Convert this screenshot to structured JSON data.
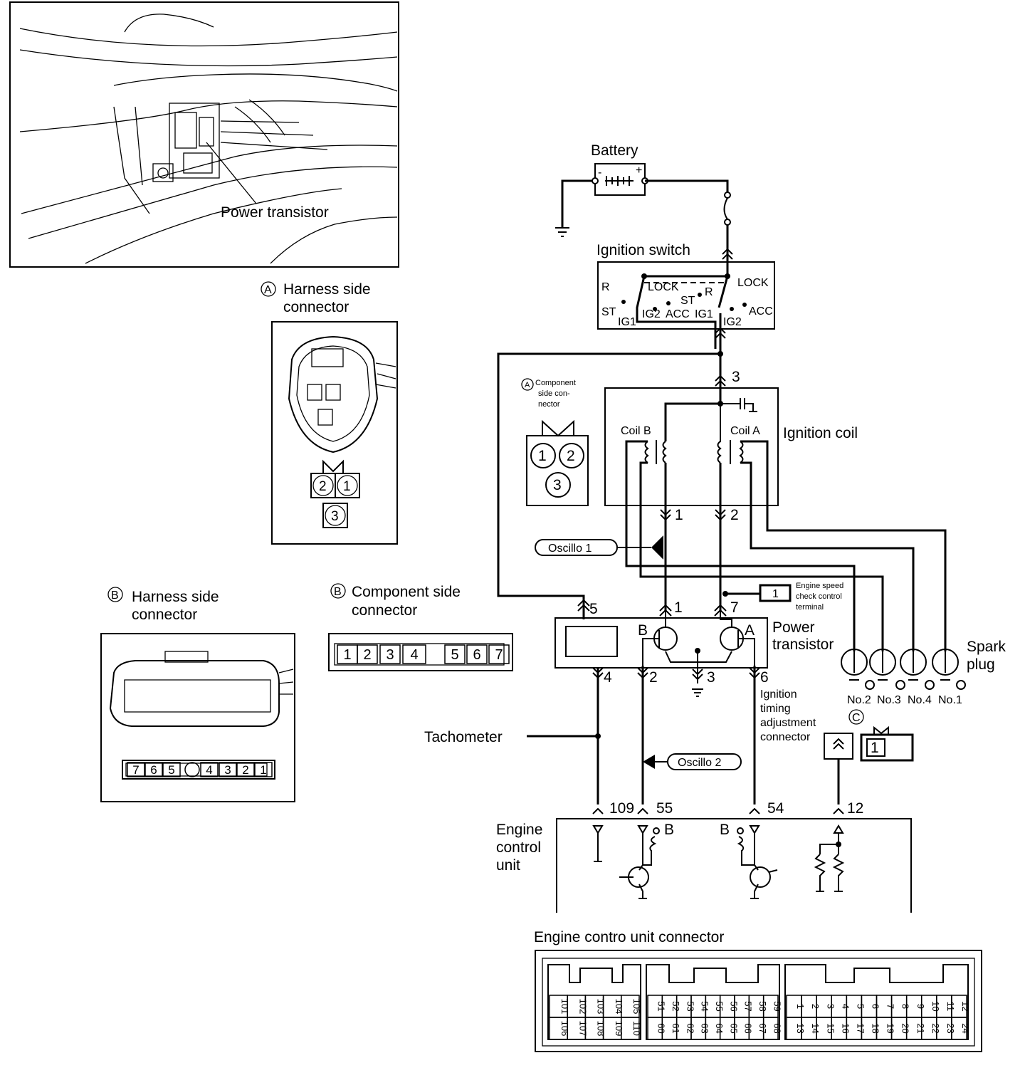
{
  "inset": {
    "label": "Power transistor"
  },
  "harness_a": {
    "title_line1": "Harness side",
    "title_line2": "connector",
    "marker": "A",
    "pins": [
      "2",
      "1",
      "3"
    ]
  },
  "component_a": {
    "title_line1": "Component",
    "title_line2": "side con-",
    "title_line3": "nector",
    "marker": "A",
    "pins": [
      "1",
      "2",
      "3"
    ]
  },
  "harness_b": {
    "title_line1": "Harness side",
    "title_line2": "connector",
    "marker": "B",
    "pins": [
      "7",
      "6",
      "5",
      "4",
      "3",
      "2",
      "1"
    ]
  },
  "component_b": {
    "title_line1": "Component side",
    "title_line2": "connector",
    "marker": "B",
    "pins": [
      "1",
      "2",
      "3",
      "4",
      "5",
      "6",
      "7"
    ]
  },
  "battery": {
    "label": "Battery",
    "minus": "-",
    "plus": "+"
  },
  "ignition_switch": {
    "label": "Ignition switch",
    "left": {
      "r": "R",
      "st": "ST",
      "ig1": "IG1",
      "ig2": "IG2",
      "lock": "LOCK",
      "acc": "ACC"
    },
    "right": {
      "st": "ST",
      "r": "R",
      "ig1": "IG1",
      "ig2": "IG2",
      "lock": "LOCK",
      "acc": "ACC"
    }
  },
  "ignition_coil": {
    "label": "Ignition coil",
    "coil_b": "Coil B",
    "coil_a": "Coil A",
    "pin_top": "3",
    "pin_b": "1",
    "pin_a": "2"
  },
  "oscillo": {
    "one": "Oscillo 1",
    "two": "Oscillo 2"
  },
  "engine_speed": {
    "label_line1": "Engine speed",
    "label_line2": "check control",
    "label_line3": "terminal",
    "pin": "1"
  },
  "power_transistor": {
    "label_line1": "Power",
    "label_line2": "transistor",
    "b": "B",
    "a": "A",
    "pins": {
      "p5": "5",
      "p1": "1",
      "p7": "7",
      "p4": "4",
      "p2": "2",
      "p3": "3",
      "p6": "6"
    }
  },
  "spark_plug": {
    "label_line1": "Spark",
    "label_line2": "plug",
    "plugs": [
      "No.2",
      "No.3",
      "No.4",
      "No.1"
    ]
  },
  "timing_adjust": {
    "line1": "Ignition",
    "line2": "timing",
    "line3": "adjustment",
    "line4": "connector",
    "marker": "C",
    "pin": "1"
  },
  "tachometer": {
    "label": "Tachometer"
  },
  "ecu": {
    "label_line1": "Engine",
    "label_line2": "control",
    "label_line3": "unit",
    "pins": {
      "p109": "109",
      "p55": "55",
      "p54": "54",
      "p12": "12"
    },
    "b_left": "B",
    "b_right": "B"
  },
  "ecu_connector": {
    "label": "Engine contro unit connector",
    "block1_top": [
      "101",
      "102",
      "103",
      "104",
      "105"
    ],
    "block1_bottom": [
      "106",
      "107",
      "108",
      "109",
      "110"
    ],
    "block2_top": [
      "51",
      "52",
      "53",
      "54",
      "55",
      "56",
      "57",
      "58",
      "59"
    ],
    "block2_bottom": [
      "60",
      "61",
      "62",
      "63",
      "64",
      "65",
      "66",
      "67",
      "68"
    ],
    "block3_top": [
      "1",
      "2",
      "3",
      "4",
      "5",
      "6",
      "7",
      "8",
      "9",
      "10",
      "11",
      "12"
    ],
    "block3_bottom": [
      "13",
      "14",
      "15",
      "16",
      "17",
      "18",
      "19",
      "20",
      "21",
      "22",
      "23",
      "24"
    ]
  }
}
